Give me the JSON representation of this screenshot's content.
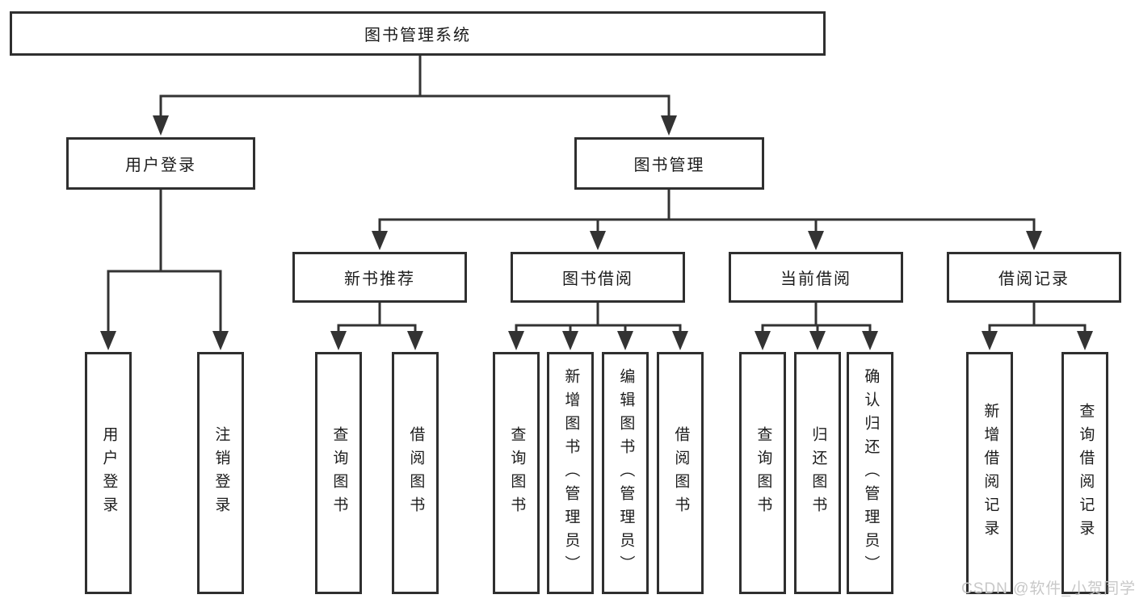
{
  "diagram": {
    "title": "图书管理系统",
    "type": "hierarchy-tree"
  },
  "colors": {
    "line": "#333333",
    "box_border": "#2f2f2f",
    "text": "#1c1c1c",
    "background": "#ffffff",
    "watermark": "#c8c8c8"
  },
  "icons": {
    "arrowhead": "down-arrowhead-icon"
  },
  "watermark": {
    "text": "CSDN @软件_小贺同学"
  },
  "tree": {
    "label": "图书管理系统",
    "children": [
      {
        "label": "用户登录",
        "children": [
          {
            "label": "用户登录"
          },
          {
            "label": "注销登录"
          }
        ]
      },
      {
        "label": "图书管理",
        "children": [
          {
            "label": "新书推荐",
            "children": [
              {
                "label": "查询图书"
              },
              {
                "label": "借阅图书"
              }
            ]
          },
          {
            "label": "图书借阅",
            "children": [
              {
                "label": "查询图书"
              },
              {
                "label": "新增图书（管理员）"
              },
              {
                "label": "编辑图书（管理员）"
              },
              {
                "label": "借阅图书"
              }
            ]
          },
          {
            "label": "当前借阅",
            "children": [
              {
                "label": "查询图书"
              },
              {
                "label": "归还图书"
              },
              {
                "label": "确认归还（管理员）"
              }
            ]
          },
          {
            "label": "借阅记录",
            "children": [
              {
                "label": "新增借阅记录"
              },
              {
                "label": "查询借阅记录"
              }
            ]
          }
        ]
      }
    ]
  }
}
